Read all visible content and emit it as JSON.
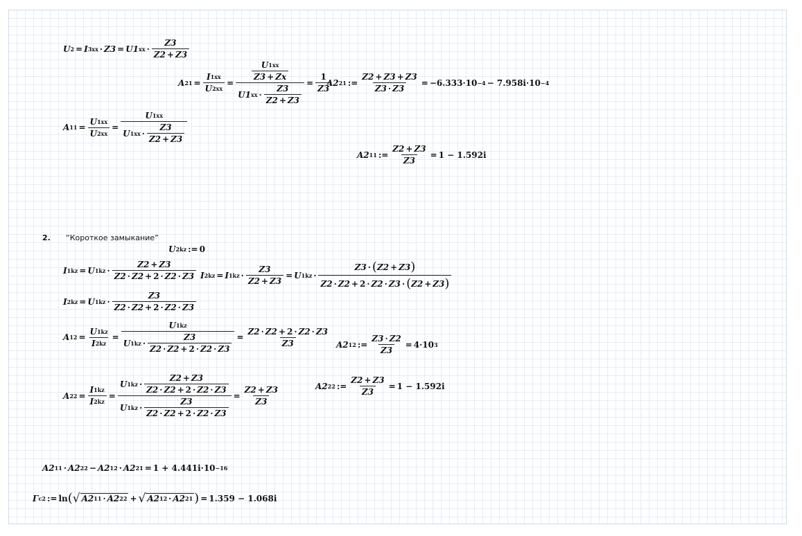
{
  "section": {
    "number": "2.",
    "title": "“Короткое замыкание”"
  },
  "numeric": {
    "a21_result": "−6.333·10",
    "a21_exp": "−4",
    "a21_imag": "− 7.958i·10",
    "a21_imag_exp": "−4",
    "a11_result": "1 − 1.592i",
    "a12_result_mant": "4·10",
    "a12_result_exp": "3",
    "a22_result": "1 − 1.592i",
    "det_result": "1 + 4.441i·10",
    "det_exp": "−16",
    "gamma_result": "1.359 − 1.068i"
  }
}
